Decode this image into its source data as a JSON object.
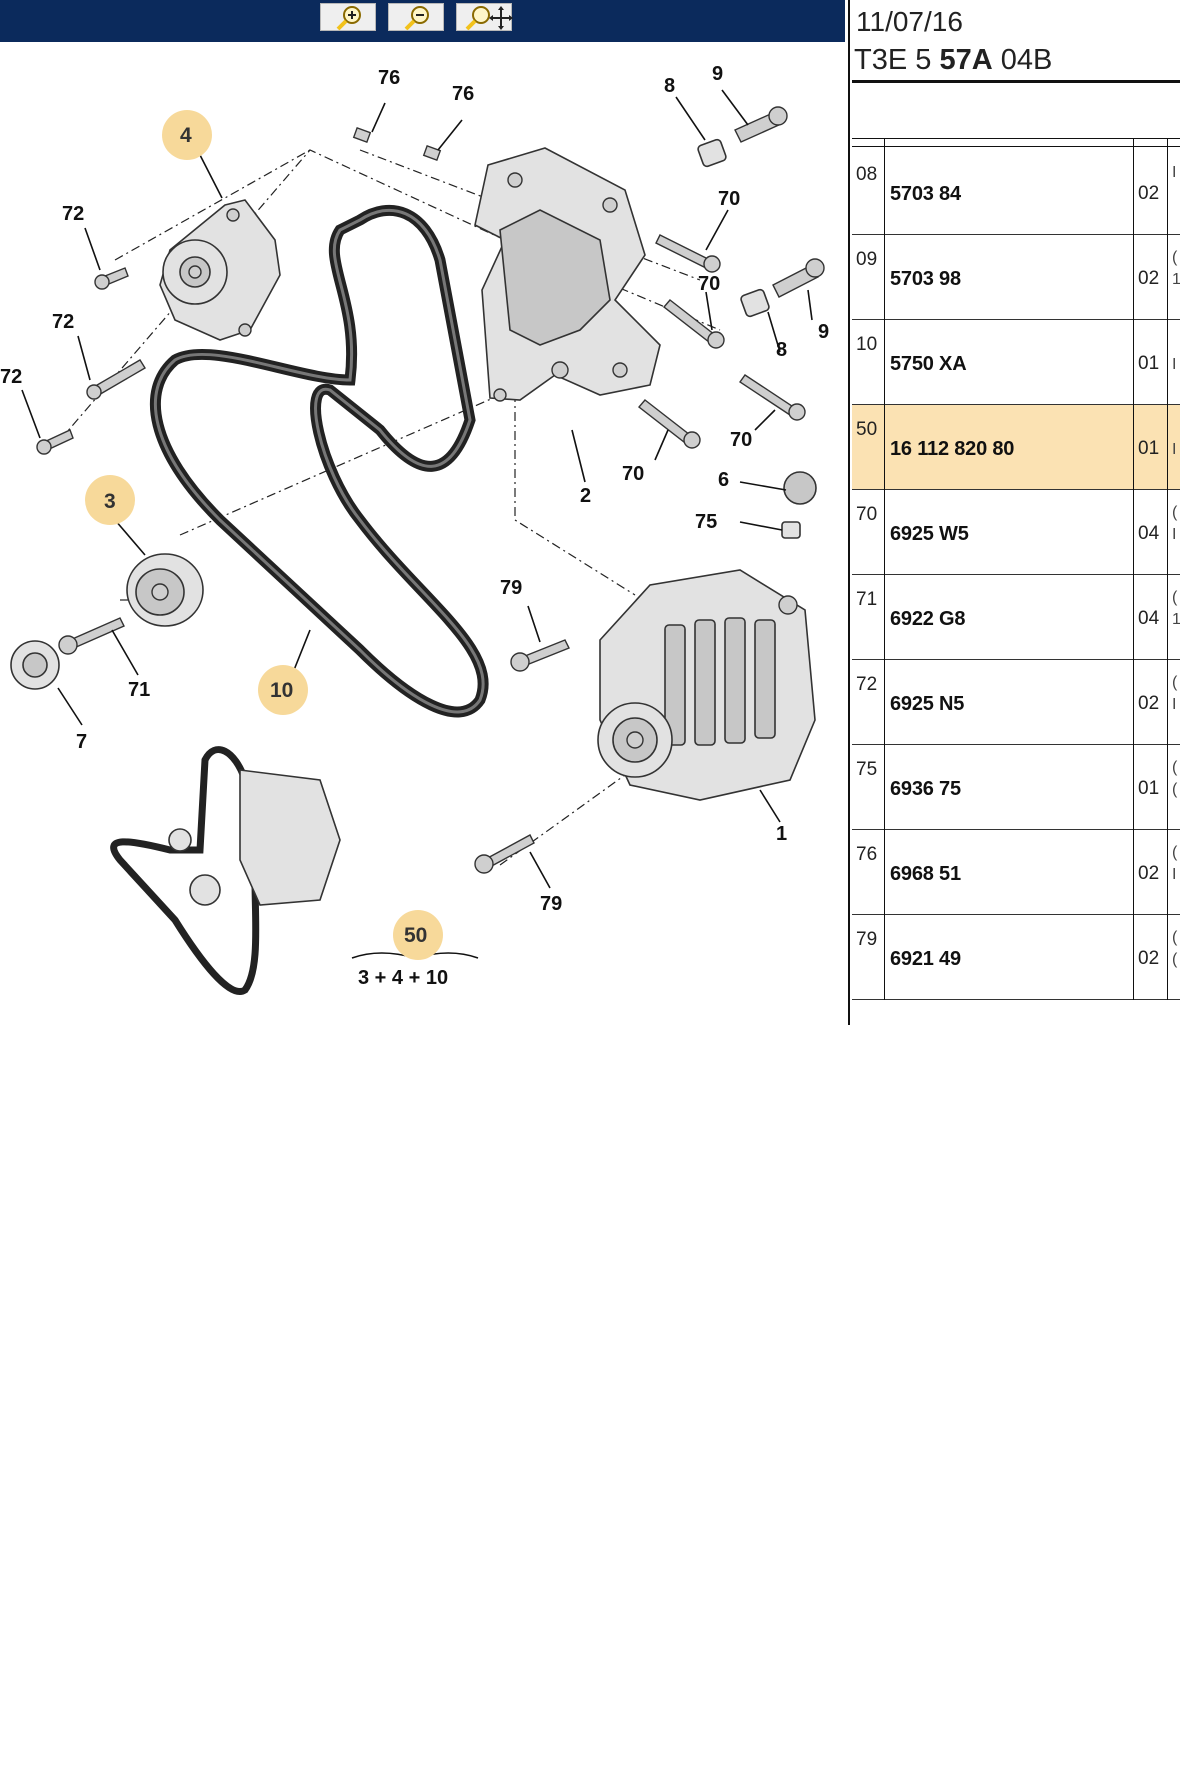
{
  "toolbar": {
    "buttons": [
      {
        "name": "zoom-in",
        "icon": "zoom-in-icon"
      },
      {
        "name": "zoom-out",
        "icon": "zoom-out-icon"
      },
      {
        "name": "pan",
        "icon": "zoom-pan-icon"
      }
    ],
    "colors": {
      "bar": "#0b2a5c",
      "button": "#efefef",
      "icon": "#f2c21b"
    }
  },
  "header": {
    "date": "11/07/16",
    "ref_prefix": "T3E 5 ",
    "ref_bold": "57A",
    "ref_suffix": " 04B"
  },
  "diagram": {
    "callouts": [
      "76",
      "76",
      "8",
      "9",
      "4",
      "72",
      "72",
      "72",
      "70",
      "70",
      "70",
      "70",
      "9",
      "8",
      "2",
      "6",
      "75",
      "3",
      "79",
      "71",
      "7",
      "10",
      "1",
      "79",
      "50"
    ],
    "kit_label": "3 + 4 + 10",
    "highlight_color": "#f7d99a"
  },
  "parts_table": {
    "selected_color": "#fbe2b3",
    "rows": [
      {
        "ref": "08",
        "part": "5703 84",
        "qty": "02",
        "extra1": "I",
        "extra2": ""
      },
      {
        "ref": "09",
        "part": "5703 98",
        "qty": "02",
        "extra1": "(",
        "extra2": "1"
      },
      {
        "ref": "10",
        "part": "5750 XA",
        "qty": "01",
        "extra1": "",
        "extra2": "I"
      },
      {
        "ref": "50",
        "part": "16 112 820 80",
        "qty": "01",
        "extra1": "",
        "extra2": "I",
        "selected": true
      },
      {
        "ref": "70",
        "part": "6925 W5",
        "qty": "04",
        "extra1": "(",
        "extra2": "I"
      },
      {
        "ref": "71",
        "part": "6922 G8",
        "qty": "04",
        "extra1": "(",
        "extra2": "1"
      },
      {
        "ref": "72",
        "part": "6925 N5",
        "qty": "02",
        "extra1": "(",
        "extra2": "I"
      },
      {
        "ref": "75",
        "part": "6936 75",
        "qty": "01",
        "extra1": "(",
        "extra2": "("
      },
      {
        "ref": "76",
        "part": "6968 51",
        "qty": "02",
        "extra1": "(",
        "extra2": "I"
      },
      {
        "ref": "79",
        "part": "6921 49",
        "qty": "02",
        "extra1": "(",
        "extra2": "("
      }
    ]
  }
}
